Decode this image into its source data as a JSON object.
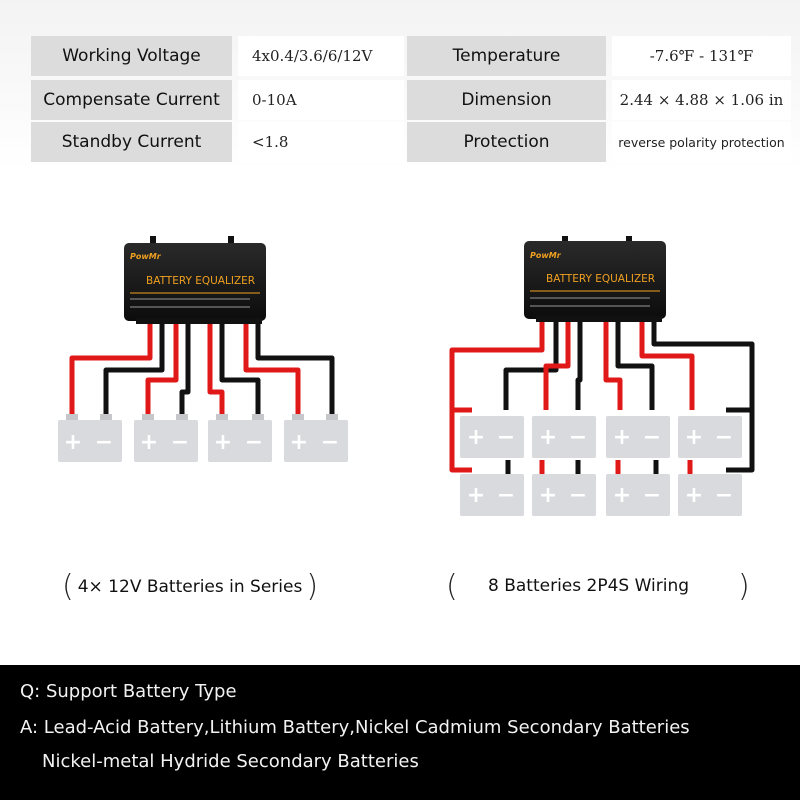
{
  "specs": {
    "rows": [
      {
        "label1": "Working Voltage",
        "value1": "4x0.4/3.6/6/12V",
        "label2": "Temperature",
        "value2": "-7.6℉ - 131℉"
      },
      {
        "label1": "Compensate Current",
        "value1": "0-10A",
        "label2": "Dimension",
        "value2": "2.44 × 4.88 × 1.06 in"
      },
      {
        "label1": "Standby Current",
        "value1": "<1.8",
        "label2": "Protection",
        "value2": "reverse polarity protection"
      }
    ]
  },
  "device": {
    "brand": "PowMr",
    "title": "BATTERY EQUALIZER"
  },
  "battery_labels": {
    "plus": "+",
    "minus": "−"
  },
  "captions": {
    "series": "4× 12V Batteries in Series",
    "parallel": "8 Batteries  2P4S Wiring",
    "open_paren": "(",
    "close_paren": ")"
  },
  "qa": {
    "question": "Q: Support Battery Type",
    "answer_line1": "A: Lead-Acid Battery,Lithium Battery,Nickel Cadmium Secondary Batteries",
    "answer_line2": "Nickel-metal Hydride Secondary Batteries"
  },
  "colors": {
    "wire_red": "#e01818",
    "wire_black": "#111111",
    "battery_fill": "#d9dade",
    "device_accent": "#f0a020"
  }
}
